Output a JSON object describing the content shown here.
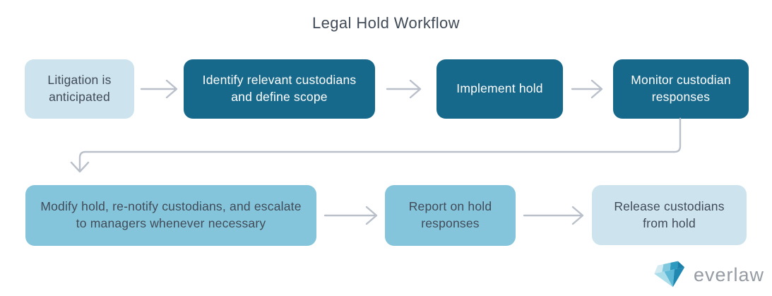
{
  "title": "Legal Hold Workflow",
  "colors": {
    "background": "#FFFFFF",
    "box_dark": "#17698C",
    "box_medium": "#85C5DC",
    "box_light": "#CDE4EE",
    "text_dark": "#414B57",
    "text_light": "#FFFFFF",
    "arrow": "#BAC0CA",
    "wordmark": "#969CA3"
  },
  "diagram": {
    "top_row": [
      {
        "label": "Litigation is anticipated",
        "style": "light"
      },
      {
        "label": "Identify relevant custodians and define scope",
        "style": "dark"
      },
      {
        "label": "Implement hold",
        "style": "dark"
      },
      {
        "label": "Monitor custodian responses",
        "style": "dark"
      }
    ],
    "bottom_row": [
      {
        "label": "Modify hold, re-notify custodians, and escalate to managers whenever necessary",
        "style": "medium"
      },
      {
        "label": "Report on hold responses",
        "style": "medium"
      },
      {
        "label": "Release custodians from hold",
        "style": "light"
      }
    ]
  },
  "logo": {
    "text": "everlaw",
    "icon": "diamond-gem-icon",
    "icon_colors": [
      "#D2EAF2",
      "#7FC8DE",
      "#2E9AC0",
      "#1B7FA9",
      "#AADCEA",
      "#5CB8D6",
      "#2188B1"
    ]
  }
}
